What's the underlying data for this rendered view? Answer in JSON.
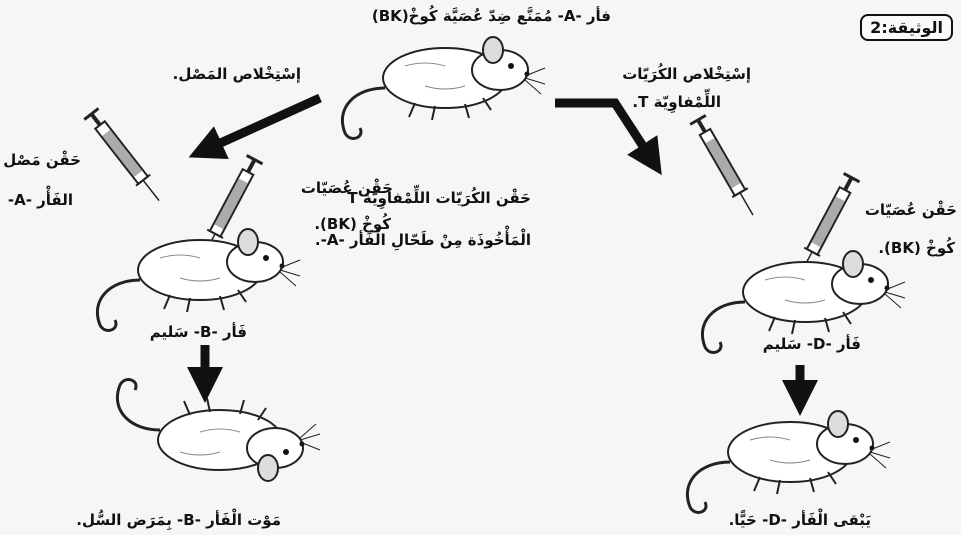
{
  "document": {
    "label": "الوثيقة:2"
  },
  "mouse_a": {
    "caption": "فأر -A- مُمَنَّع ضِدّ عُصَيَّة كُوخْ(BK)"
  },
  "left_branch": {
    "arrow_label": "إسْتِخْلاص المَصْل.",
    "inject_serum": [
      "حَقْن مَصْل",
      "الفَأْر -A-"
    ],
    "inject_bk": [
      "حَقْن عُصَيّات",
      "كُوخْ (BK)."
    ],
    "mouse_b_label": "فَأر -B- سَليم",
    "result": "مَوْت الْفَأر -B- بِمَرَض السُّل."
  },
  "right_branch": {
    "arrow_label": [
      "إسْتِخْلاص الكُرَيّات",
      "اللِّمْفاوِيّة T."
    ],
    "inject_t": [
      "حَقْن الكُرَيّات اللِّمْفاوِيّة T",
      "الْمَأْخُوذَة مِنْ طَحّالِ الْفَأر -A-."
    ],
    "inject_bk": [
      "حَقْن عُصَيّات",
      "كُوخْ (BK)."
    ],
    "mouse_d_label": "فَأر -D- سَليم",
    "result": "يَبْقى الْفَأر -D- حَيًّا."
  }
}
